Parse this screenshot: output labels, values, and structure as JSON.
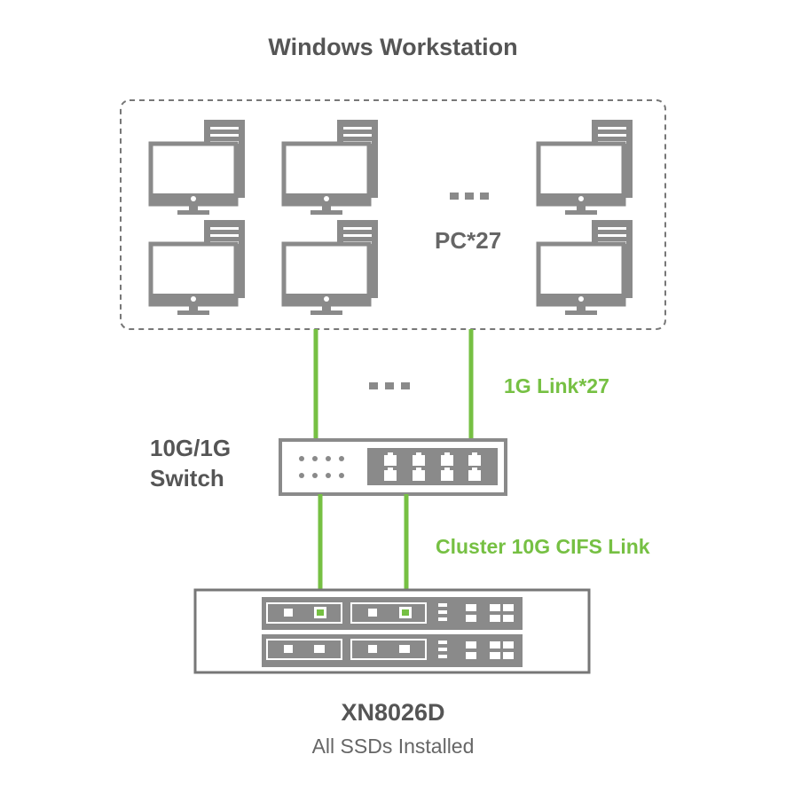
{
  "title": "Windows Workstation",
  "workstations": {
    "count_label": "PC*27",
    "ellipsis": "...",
    "icon": "desktop-pc-icon"
  },
  "links": {
    "uplink_label": "1G Link*27",
    "uplink_ellipsis": "...",
    "cluster_label": "Cluster 10G CIFS Link",
    "color": "#76c043"
  },
  "switch": {
    "label_line1": "10G/1G",
    "label_line2": "Switch",
    "icon": "network-switch-icon"
  },
  "nas": {
    "name": "XN8026D",
    "subtitle": "All SSDs Installed",
    "icon": "storage-controller-icon"
  },
  "colors": {
    "device_gray": "#8a8a8a",
    "text_dark": "#555555",
    "accent_green": "#76c043"
  }
}
